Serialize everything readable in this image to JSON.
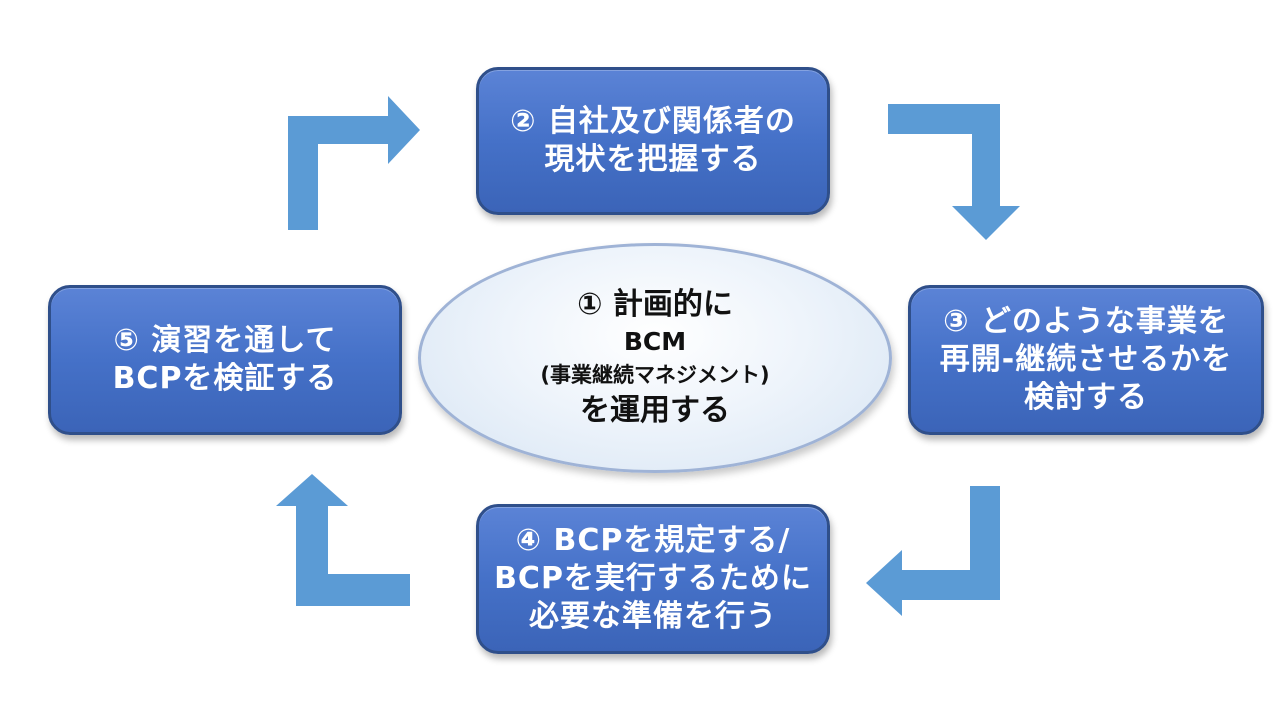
{
  "colors": {
    "box_fill": "#4571c8",
    "box_border": "#2f4f8a",
    "arrow": "#5b9bd5",
    "oval_fill": "#e6eef8"
  },
  "center": {
    "line1": "① 計画的に",
    "line2": "BCM",
    "line3": "(事業継続マネジメント)",
    "line4": "を運用する"
  },
  "steps": [
    {
      "lines": [
        "② 自社及び関係者の",
        "現状を把握する"
      ]
    },
    {
      "lines": [
        "③ どのような事業を",
        "再開-継続させるかを",
        "検討する"
      ]
    },
    {
      "lines": [
        "④ BCPを規定する/",
        "BCPを実行するために",
        "必要な準備を行う"
      ]
    },
    {
      "lines": [
        "⑤ 演習を通して",
        "BCPを検証する"
      ]
    }
  ],
  "arrows": [
    {
      "from": "step-2",
      "to": "step-3"
    },
    {
      "from": "step-3",
      "to": "step-4"
    },
    {
      "from": "step-4",
      "to": "step-5"
    },
    {
      "from": "step-5",
      "to": "step-2"
    }
  ]
}
